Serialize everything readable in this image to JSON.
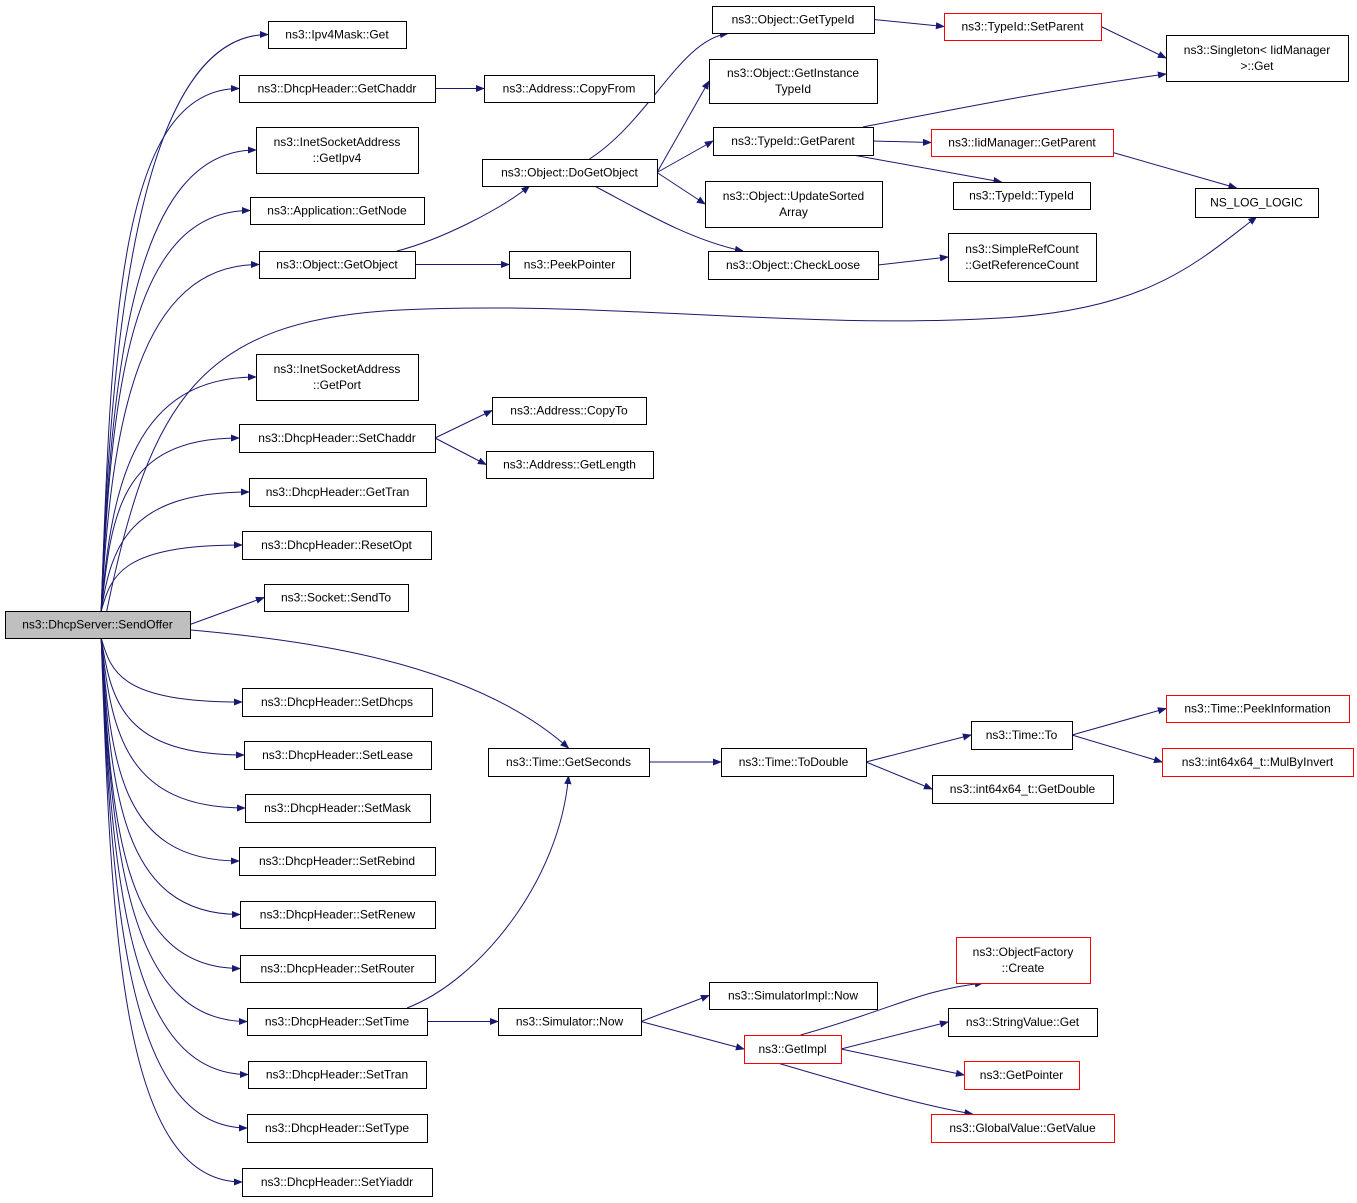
{
  "diagram": {
    "colors": {
      "edge": "#191970",
      "node_border": "#000000",
      "truncated_border": "#ff0000",
      "root_fill": "#bfbfbf",
      "node_fill": "#ffffff"
    },
    "nodes": [
      {
        "id": "root",
        "lines": [
          "ns3::DhcpServer::SendOffer"
        ],
        "style": "root"
      },
      {
        "id": "ipv4mask_get",
        "lines": [
          "ns3::Ipv4Mask::Get"
        ],
        "style": "normal"
      },
      {
        "id": "get_chaddr",
        "lines": [
          "ns3::DhcpHeader::GetChaddr"
        ],
        "style": "normal"
      },
      {
        "id": "addr_copyfrom",
        "lines": [
          "ns3::Address::CopyFrom"
        ],
        "style": "normal"
      },
      {
        "id": "isa_getipv4",
        "lines": [
          "ns3::InetSocketAddress",
          "::GetIpv4"
        ],
        "style": "normal"
      },
      {
        "id": "app_getnode",
        "lines": [
          "ns3::Application::GetNode"
        ],
        "style": "normal"
      },
      {
        "id": "obj_getobject",
        "lines": [
          "ns3::Object::GetObject"
        ],
        "style": "normal"
      },
      {
        "id": "peekpointer",
        "lines": [
          "ns3::PeekPointer"
        ],
        "style": "normal"
      },
      {
        "id": "obj_dogetobject",
        "lines": [
          "ns3::Object::DoGetObject"
        ],
        "style": "normal"
      },
      {
        "id": "obj_gettypeid",
        "lines": [
          "ns3::Object::GetTypeId"
        ],
        "style": "normal"
      },
      {
        "id": "typeid_setparent",
        "lines": [
          "ns3::TypeId::SetParent"
        ],
        "style": "truncated"
      },
      {
        "id": "singleton_get",
        "lines": [
          "ns3::Singleton< IidManager",
          ">::Get"
        ],
        "style": "normal"
      },
      {
        "id": "obj_getinstancetypeid",
        "lines": [
          "ns3::Object::GetInstance",
          "TypeId"
        ],
        "style": "normal"
      },
      {
        "id": "typeid_getparent",
        "lines": [
          "ns3::TypeId::GetParent"
        ],
        "style": "normal"
      },
      {
        "id": "iid_getparent",
        "lines": [
          "ns3::IidManager::GetParent"
        ],
        "style": "truncated"
      },
      {
        "id": "ns_log_logic",
        "lines": [
          "NS_LOG_LOGIC"
        ],
        "style": "normal"
      },
      {
        "id": "typeid_typeid",
        "lines": [
          "ns3::TypeId::TypeId"
        ],
        "style": "normal"
      },
      {
        "id": "obj_updatesorted",
        "lines": [
          "ns3::Object::UpdateSorted",
          "Array"
        ],
        "style": "normal"
      },
      {
        "id": "obj_checkloose",
        "lines": [
          "ns3::Object::CheckLoose"
        ],
        "style": "normal"
      },
      {
        "id": "srefcount_get",
        "lines": [
          "ns3::SimpleRefCount",
          "::GetReferenceCount"
        ],
        "style": "normal"
      },
      {
        "id": "isa_getport",
        "lines": [
          "ns3::InetSocketAddress",
          "::GetPort"
        ],
        "style": "normal"
      },
      {
        "id": "set_chaddr",
        "lines": [
          "ns3::DhcpHeader::SetChaddr"
        ],
        "style": "normal"
      },
      {
        "id": "addr_copyto",
        "lines": [
          "ns3::Address::CopyTo"
        ],
        "style": "normal"
      },
      {
        "id": "addr_getlength",
        "lines": [
          "ns3::Address::GetLength"
        ],
        "style": "normal"
      },
      {
        "id": "get_tran",
        "lines": [
          "ns3::DhcpHeader::GetTran"
        ],
        "style": "normal"
      },
      {
        "id": "reset_opt",
        "lines": [
          "ns3::DhcpHeader::ResetOpt"
        ],
        "style": "normal"
      },
      {
        "id": "socket_sendto",
        "lines": [
          "ns3::Socket::SendTo"
        ],
        "style": "normal"
      },
      {
        "id": "set_dhcps",
        "lines": [
          "ns3::DhcpHeader::SetDhcps"
        ],
        "style": "normal"
      },
      {
        "id": "set_lease",
        "lines": [
          "ns3::DhcpHeader::SetLease"
        ],
        "style": "normal"
      },
      {
        "id": "set_mask",
        "lines": [
          "ns3::DhcpHeader::SetMask"
        ],
        "style": "normal"
      },
      {
        "id": "set_rebind",
        "lines": [
          "ns3::DhcpHeader::SetRebind"
        ],
        "style": "normal"
      },
      {
        "id": "set_renew",
        "lines": [
          "ns3::DhcpHeader::SetRenew"
        ],
        "style": "normal"
      },
      {
        "id": "set_router",
        "lines": [
          "ns3::DhcpHeader::SetRouter"
        ],
        "style": "normal"
      },
      {
        "id": "set_time",
        "lines": [
          "ns3::DhcpHeader::SetTime"
        ],
        "style": "normal"
      },
      {
        "id": "set_tran",
        "lines": [
          "ns3::DhcpHeader::SetTran"
        ],
        "style": "normal"
      },
      {
        "id": "set_type",
        "lines": [
          "ns3::DhcpHeader::SetType"
        ],
        "style": "normal"
      },
      {
        "id": "set_yiaddr",
        "lines": [
          "ns3::DhcpHeader::SetYiaddr"
        ],
        "style": "normal"
      },
      {
        "id": "time_getseconds",
        "lines": [
          "ns3::Time::GetSeconds"
        ],
        "style": "normal"
      },
      {
        "id": "time_todouble",
        "lines": [
          "ns3::Time::ToDouble"
        ],
        "style": "normal"
      },
      {
        "id": "time_to",
        "lines": [
          "ns3::Time::To"
        ],
        "style": "normal"
      },
      {
        "id": "time_peekinfo",
        "lines": [
          "ns3::Time::PeekInformation"
        ],
        "style": "truncated"
      },
      {
        "id": "int64_mulbyinvert",
        "lines": [
          "ns3::int64x64_t::MulByInvert"
        ],
        "style": "truncated"
      },
      {
        "id": "int64_getdouble",
        "lines": [
          "ns3::int64x64_t::GetDouble"
        ],
        "style": "normal"
      },
      {
        "id": "sim_now",
        "lines": [
          "ns3::Simulator::Now"
        ],
        "style": "normal"
      },
      {
        "id": "simimpl_now",
        "lines": [
          "ns3::SimulatorImpl::Now"
        ],
        "style": "normal"
      },
      {
        "id": "getimpl",
        "lines": [
          "ns3::GetImpl"
        ],
        "style": "truncated"
      },
      {
        "id": "objfactory_create",
        "lines": [
          "ns3::ObjectFactory",
          "::Create"
        ],
        "style": "truncated"
      },
      {
        "id": "stringvalue_get",
        "lines": [
          "ns3::StringValue::Get"
        ],
        "style": "normal"
      },
      {
        "id": "getpointer",
        "lines": [
          "ns3::GetPointer"
        ],
        "style": "truncated"
      },
      {
        "id": "globalvalue_getvalue",
        "lines": [
          "ns3::GlobalValue::GetValue"
        ],
        "style": "truncated"
      }
    ]
  }
}
